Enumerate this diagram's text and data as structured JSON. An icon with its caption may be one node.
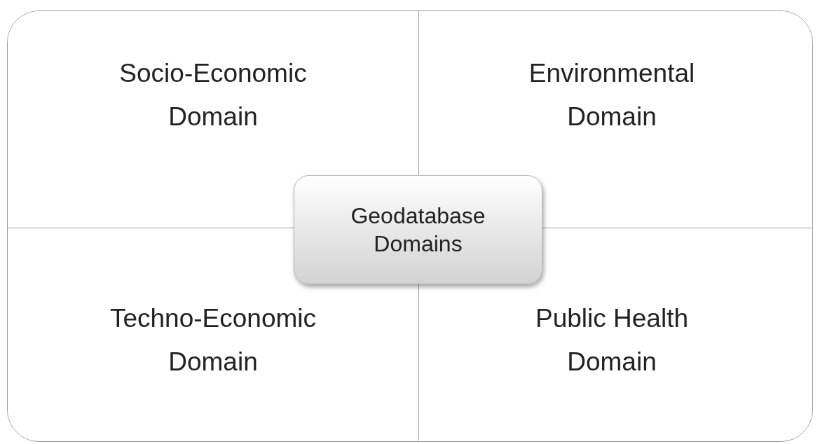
{
  "diagram": {
    "nodes": [
      {
        "text": [
          "Socio-Economic Domain"
        ]
      },
      {
        "text": [
          "Environmental Domain"
        ]
      },
      {
        "text": [
          "Techno-Economic Domain"
        ]
      },
      {
        "text": [
          "Public Health Domain"
        ]
      },
      {
        "text": [
          "Geodatabase Domains"
        ]
      }
    ],
    "edges": []
  }
}
